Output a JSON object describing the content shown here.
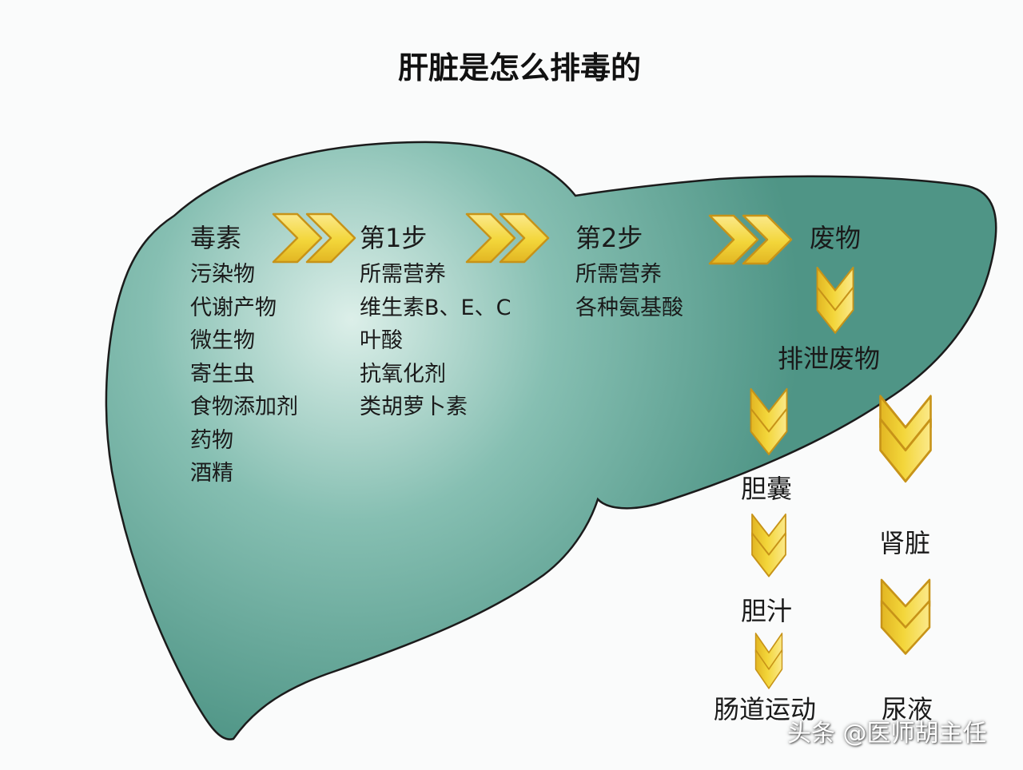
{
  "title": "肝脏是怎么排毒的",
  "columns": {
    "toxins": {
      "heading": "毒素",
      "items": [
        "污染物",
        "代谢产物",
        "微生物",
        "寄生虫",
        "食物添加剂",
        "药物",
        "酒精"
      ]
    },
    "step1": {
      "heading": "第1步",
      "items": [
        "所需营养",
        "维生素B、E、C",
        "叶酸",
        "抗氧化剂",
        "类胡萝卜素"
      ]
    },
    "step2": {
      "heading": "第2步",
      "items": [
        "所需营养",
        "各种氨基酸"
      ]
    }
  },
  "flow": {
    "waste": "废物",
    "excrete_waste": "排泄废物",
    "gallbladder": "胆囊",
    "bile": "胆汁",
    "bowel_movement": "肠道运动",
    "kidney": "肾脏",
    "urine": "尿液"
  },
  "watermark": "头条 @医师胡主任",
  "colors": {
    "liver_light": "#dcefe9",
    "liver_mid": "#5fa596",
    "liver_dark": "#4f9586",
    "outline": "#1b1b1b",
    "arrow_fill": "#f3d63a",
    "arrow_edge": "#d29a14"
  }
}
